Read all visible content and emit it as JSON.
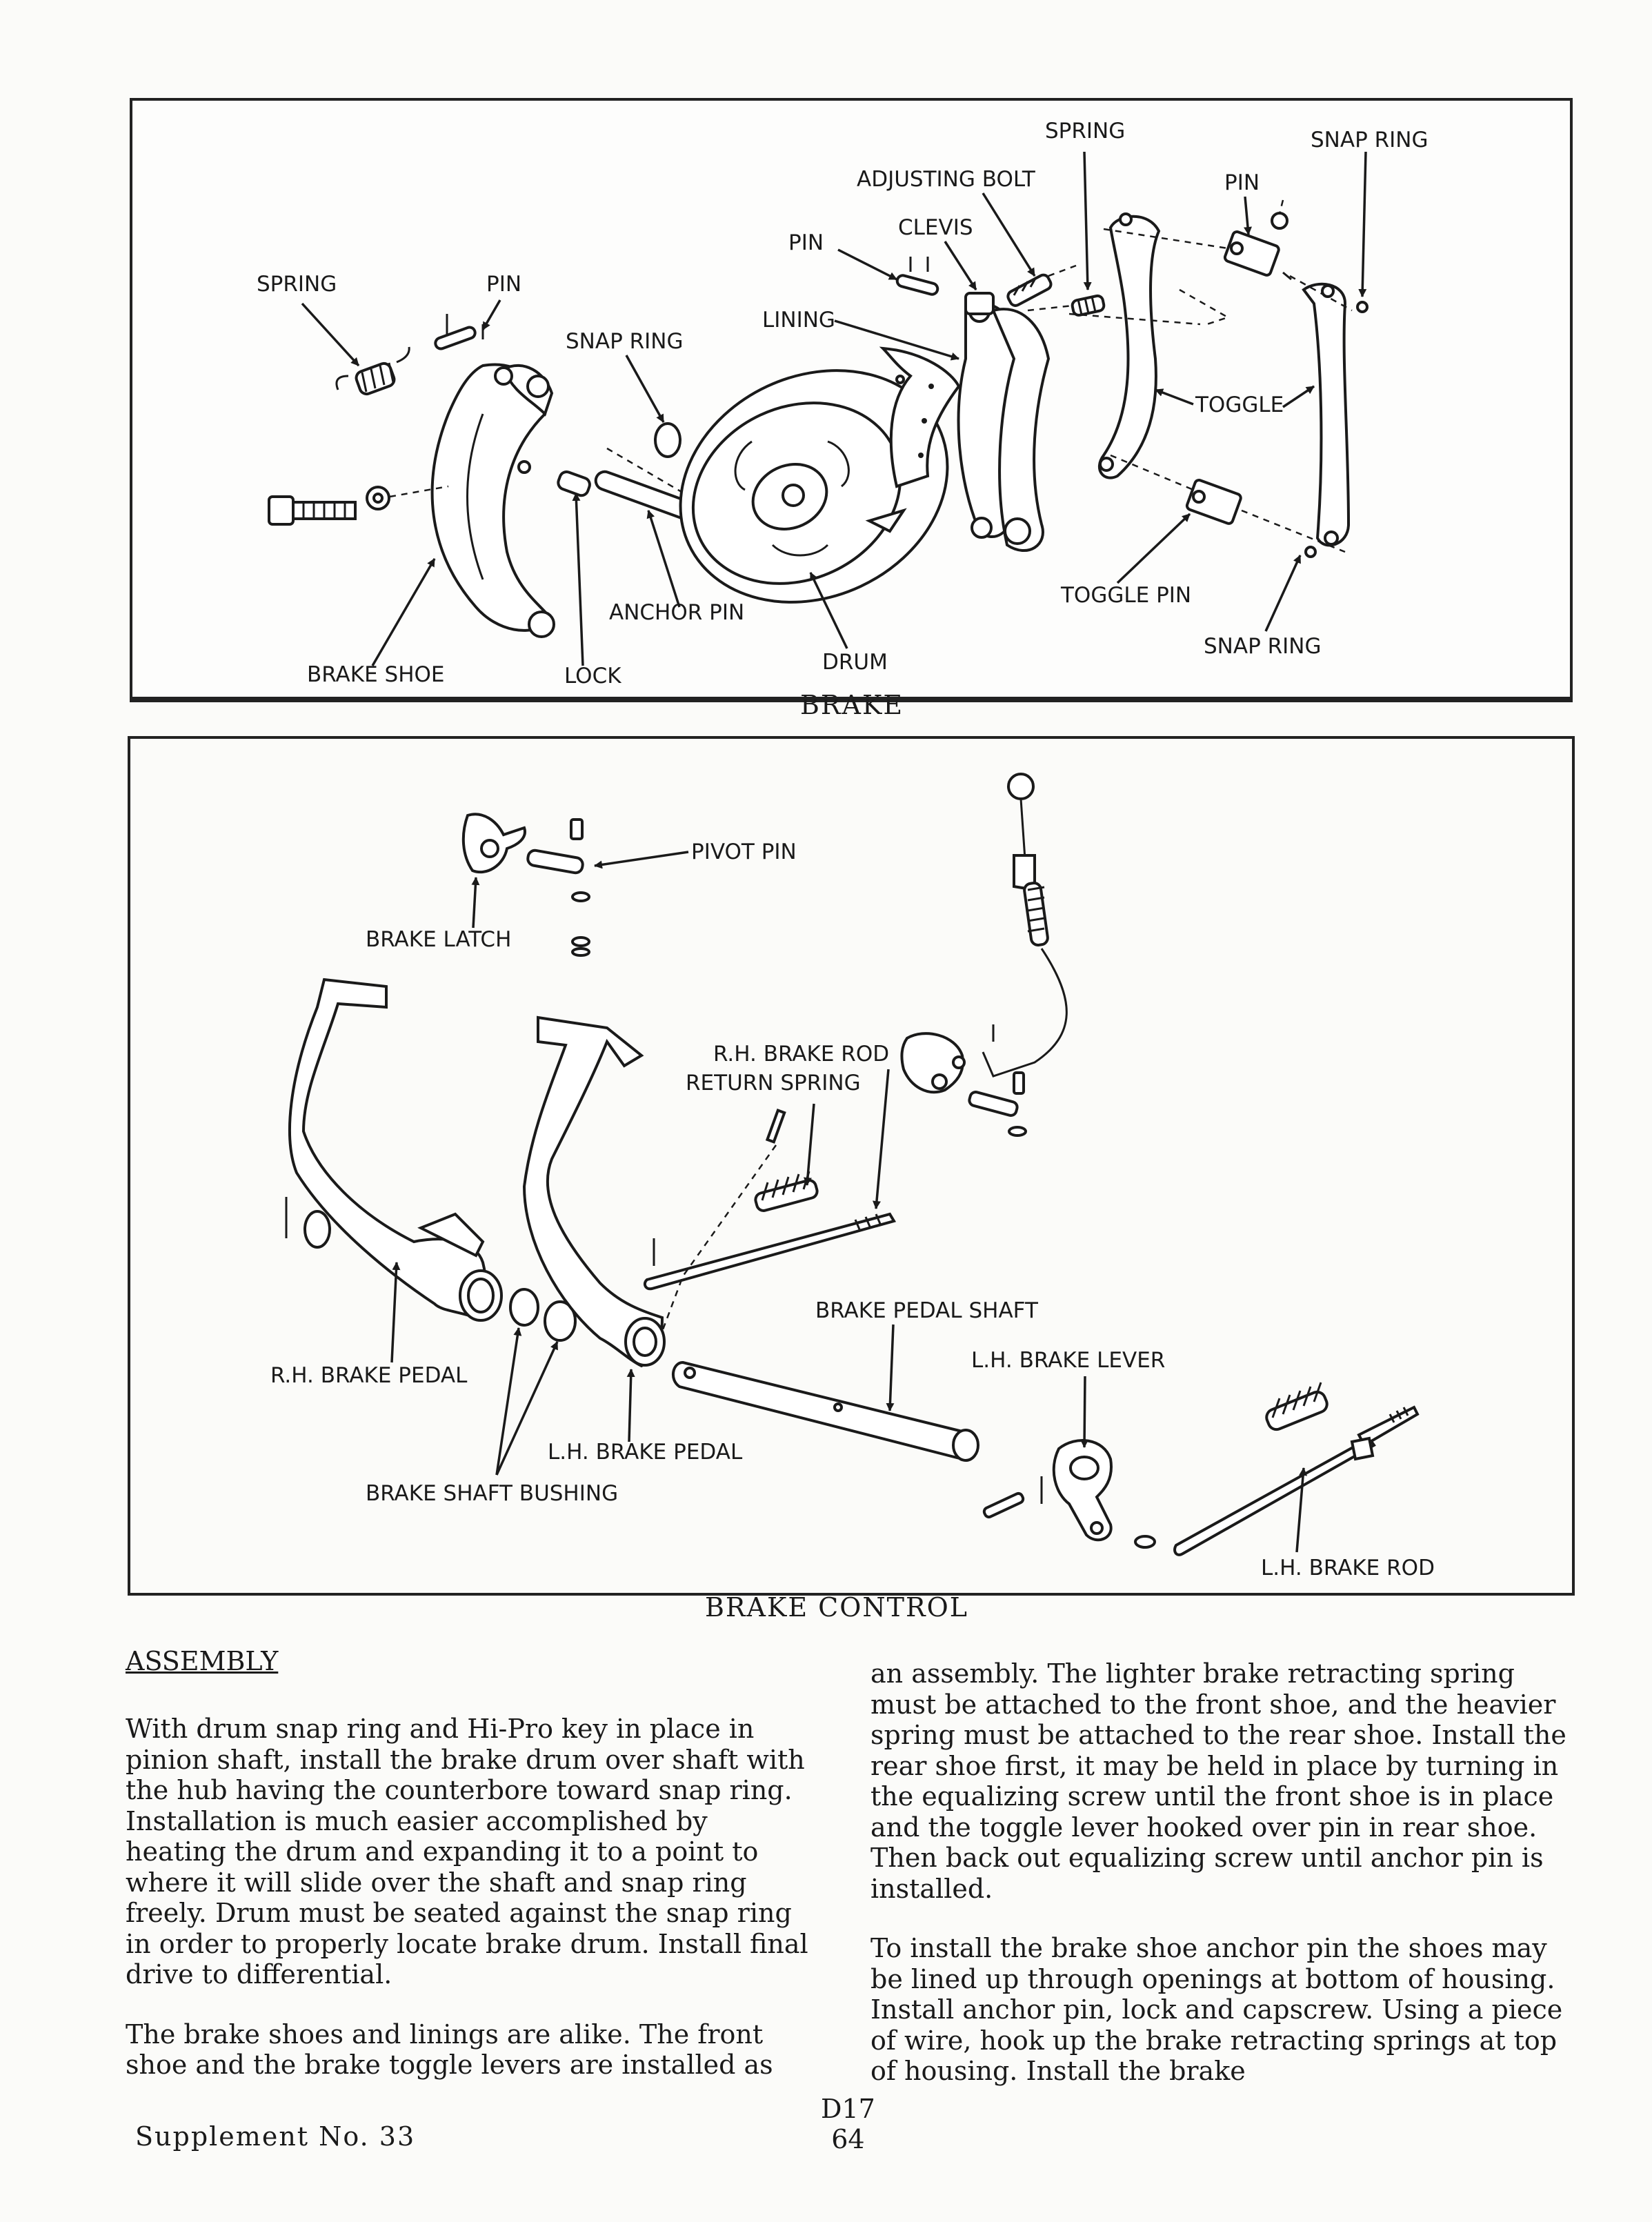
{
  "brake_figure": {
    "caption": "BRAKE",
    "labels": {
      "spring_top": "SPRING",
      "snap_ring_top": "SNAP RING",
      "adjusting_bolt": "ADJUSTING BOLT",
      "pin_right": "PIN",
      "clevis": "CLEVIS",
      "pin_mid": "PIN",
      "spring_left": "SPRING",
      "pin_left": "PIN",
      "lining": "LINING",
      "snap_ring_mid": "SNAP RING",
      "toggle": "TOGGLE",
      "toggle_pin": "TOGGLE PIN",
      "anchor_pin": "ANCHOR PIN",
      "snap_ring_bottom": "SNAP RING",
      "brake_shoe": "BRAKE SHOE",
      "lock": "LOCK",
      "drum": "DRUM"
    }
  },
  "control_figure": {
    "caption": "BRAKE CONTROL",
    "labels": {
      "pivot_pin": "PIVOT PIN",
      "brake_latch": "BRAKE LATCH",
      "rh_brake_rod": "R.H. BRAKE ROD",
      "return_spring": "RETURN SPRING",
      "brake_pedal_shaft": "BRAKE PEDAL SHAFT",
      "lh_brake_lever": "L.H. BRAKE LEVER",
      "rh_brake_pedal": "R.H. BRAKE PEDAL",
      "lh_brake_pedal": "L.H. BRAKE PEDAL",
      "brake_shaft_bushing": "BRAKE SHAFT BUSHING",
      "lh_brake_rod": "L.H. BRAKE ROD"
    }
  },
  "text": {
    "heading": "ASSEMBLY",
    "left_paragraphs": [
      "With drum snap ring and Hi-Pro key in place in pinion shaft, install the brake drum over shaft with the hub having the counterbore toward snap ring. Installation is much easier accomplished by heating the drum and expanding it to a point to where it will slide over the shaft and snap ring freely. Drum must be seated against the snap ring in order to properly locate brake drum. Install final drive to differential.",
      "The brake shoes and linings are alike. The front shoe and the brake toggle levers are installed as"
    ],
    "right_paragraphs": [
      "an assembly. The lighter brake retracting spring must be attached to the front shoe, and the heavier spring must be attached to the rear shoe. Install the rear shoe first, it may be held in place by turning in the equalizing screw until the front shoe is in place and the toggle lever hooked over pin in rear shoe. Then back out equalizing screw until anchor pin is installed.",
      "To install the brake shoe anchor pin the shoes may be lined up through openings at bottom of housing. Install anchor pin, lock and capscrew. Using a piece of wire, hook up the brake retracting springs at top of housing. Install the brake"
    ]
  },
  "footer": {
    "supplement": "Supplement No. 33",
    "model": "D17",
    "page_number": "64"
  }
}
